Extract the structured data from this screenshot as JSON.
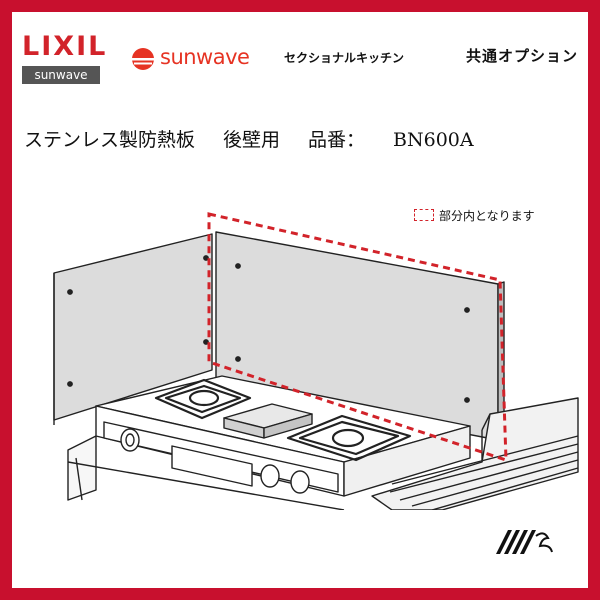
{
  "brand": {
    "lixil": "LIXIL",
    "lixil_sub": "sunwave",
    "sunwave": "sunwave"
  },
  "header": {
    "series": "セクショナルキッチン",
    "category": "共通オプション"
  },
  "product": {
    "name": "ステンレス製防熱板",
    "usage": "後壁用",
    "part_number_label": "品番：",
    "part_number": "BN600A"
  },
  "legend": {
    "label": "部分内となります"
  },
  "colors": {
    "frame": "#c8102e",
    "highlight_dash": "#d2232a",
    "panel": "#dcdcdc"
  }
}
